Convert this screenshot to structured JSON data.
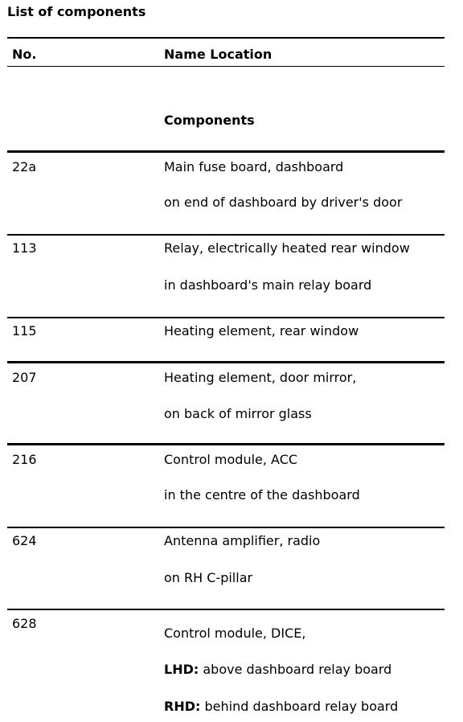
{
  "title": "List of components",
  "header": {
    "no": "No.",
    "name_location": "Name Location"
  },
  "section_label": "Components",
  "rows": [
    {
      "no": "22a",
      "name": "Main fuse board, dashboard",
      "location": "on end of dashboard by driver's door"
    },
    {
      "no": "113",
      "name": "Relay, electrically heated rear window",
      "location": "in dashboard's main relay board"
    },
    {
      "no": "115",
      "name": "Heating element, rear window"
    },
    {
      "no": "207",
      "name": "Heating element, door mirror,",
      "location": "on back of mirror glass"
    },
    {
      "no": "216",
      "name": "Control module, ACC",
      "location": "in the centre of the dashboard"
    },
    {
      "no": "624",
      "name": "Antenna amplifier, radio",
      "location": "on RH C-pillar"
    },
    {
      "no": "628",
      "name": "Control module, DICE,",
      "lhd_label": "LHD:",
      "lhd_text": " above dashboard relay board",
      "rhd_label": "RHD:",
      "rhd_text": " behind dashboard relay board"
    }
  ]
}
